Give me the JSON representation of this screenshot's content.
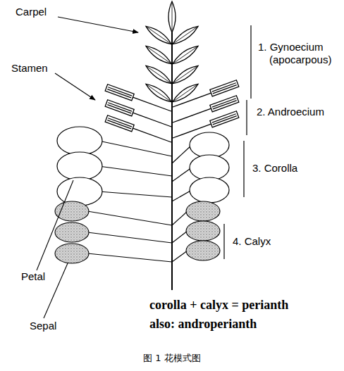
{
  "diagram": {
    "caption": "图 1 花模式图",
    "labels": [
      "Carpel",
      "1. Gynoecium (apocarpous)",
      "Stamen",
      "2. Androecium",
      "3. Corolla",
      "4. Calyx",
      "Petal",
      "Sepal",
      "corolla + calyx = perianth",
      "also: androperianth"
    ]
  }
}
